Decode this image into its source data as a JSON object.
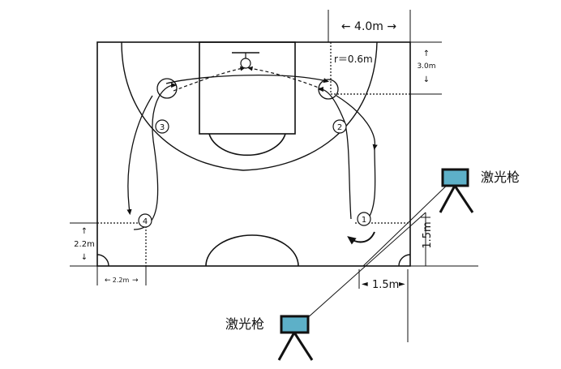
{
  "dims": {
    "lane_half_width": "← 4.0m →",
    "restricted_radius": "r＝0.6m",
    "baseline_depth": "3.0m",
    "left_height": "2.2m",
    "left_width": "2.2m",
    "laser_height": "1.5m",
    "laser_offset": "1.5m"
  },
  "stations": [
    "1",
    "2",
    "3",
    "4"
  ],
  "laser_label": "激光枪",
  "colors": {
    "line": "#111111",
    "laser": "#5db0c8"
  }
}
